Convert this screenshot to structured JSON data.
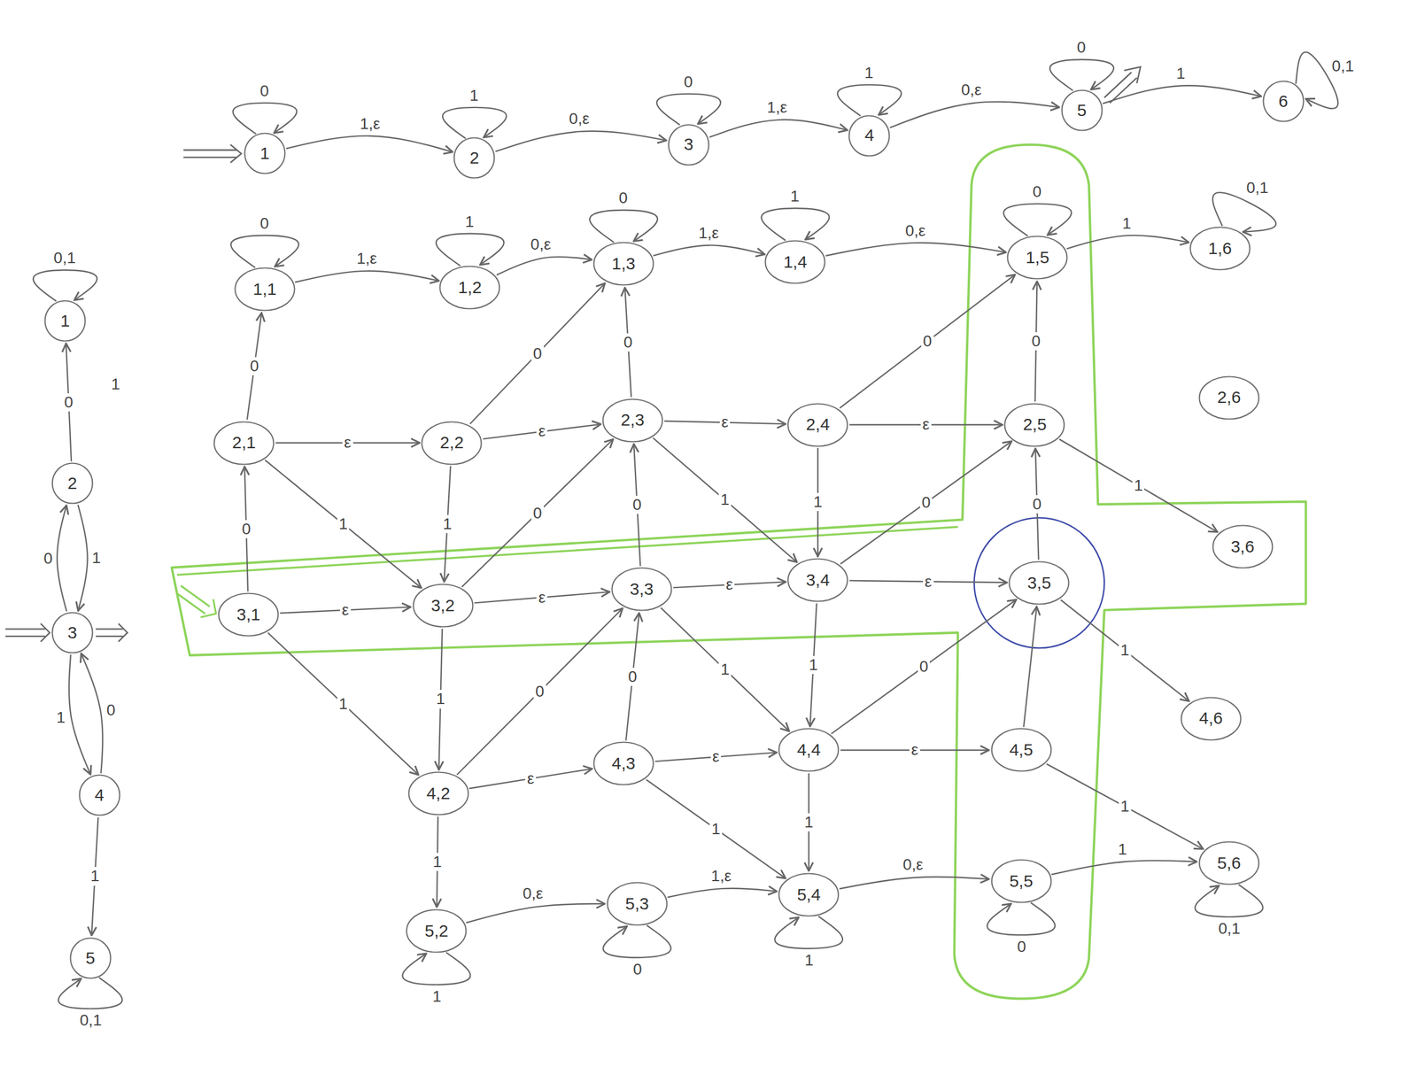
{
  "diagram": {
    "nodes": [
      {
        "text": [
          "1"
        ]
      },
      {
        "text": [
          "2"
        ]
      },
      {
        "text": [
          "3"
        ]
      },
      {
        "text": [
          "4"
        ]
      },
      {
        "text": [
          "5"
        ]
      },
      {
        "text": [
          "6"
        ]
      },
      {
        "text": [
          "1"
        ]
      },
      {
        "text": [
          "2"
        ]
      },
      {
        "text": [
          "3"
        ]
      },
      {
        "text": [
          "4"
        ]
      },
      {
        "text": [
          "5"
        ]
      },
      {
        "text": [
          "1,1"
        ]
      },
      {
        "text": [
          "1,2"
        ]
      },
      {
        "text": [
          "1,3"
        ]
      },
      {
        "text": [
          "1,4"
        ]
      },
      {
        "text": [
          "1,5"
        ]
      },
      {
        "text": [
          "1,6"
        ]
      },
      {
        "text": [
          "2,1"
        ]
      },
      {
        "text": [
          "2,2"
        ]
      },
      {
        "text": [
          "2,3"
        ]
      },
      {
        "text": [
          "2,4"
        ]
      },
      {
        "text": [
          "2,5"
        ]
      },
      {
        "text": [
          "2,6"
        ]
      },
      {
        "text": [
          "3,1"
        ]
      },
      {
        "text": [
          "3,2"
        ]
      },
      {
        "text": [
          "3,3"
        ]
      },
      {
        "text": [
          "3,4"
        ]
      },
      {
        "text": [
          "3,5"
        ]
      },
      {
        "text": [
          "3,6"
        ]
      },
      {
        "text": [
          "4,2"
        ]
      },
      {
        "text": [
          "4,3"
        ]
      },
      {
        "text": [
          "4,4"
        ]
      },
      {
        "text": [
          "4,5"
        ]
      },
      {
        "text": [
          "4,6"
        ]
      },
      {
        "text": [
          "5,2"
        ]
      },
      {
        "text": [
          "5,3"
        ]
      },
      {
        "text": [
          "5,4"
        ]
      },
      {
        "text": [
          "5,5"
        ]
      },
      {
        "text": [
          "5,6"
        ]
      }
    ],
    "edges": [
      {
        "from": 0,
        "to": 0,
        "arrow": "to",
        "label": "0"
      },
      {
        "from": 0,
        "to": 1,
        "arrow": "to",
        "label": "1,ε"
      },
      {
        "from": 1,
        "to": 1,
        "arrow": "to",
        "label": "1"
      },
      {
        "from": 1,
        "to": 2,
        "arrow": "to",
        "label": "0,ε"
      },
      {
        "from": 2,
        "to": 2,
        "arrow": "to",
        "label": "0"
      },
      {
        "from": 2,
        "to": 3,
        "arrow": "to",
        "label": "1,ε"
      },
      {
        "from": 3,
        "to": 3,
        "arrow": "to",
        "label": "1"
      },
      {
        "from": 3,
        "to": 4,
        "arrow": "to",
        "label": "0,ε"
      },
      {
        "from": 4,
        "to": 4,
        "arrow": "to",
        "label": "0"
      },
      {
        "from": 4,
        "to": 5,
        "arrow": "to",
        "label": "1"
      },
      {
        "from": 5,
        "to": 5,
        "arrow": "to",
        "label": "0,1"
      },
      {
        "from": 6,
        "to": 6,
        "arrow": "to",
        "label": "0,1"
      },
      {
        "from": 7,
        "to": 6,
        "arrow": "to",
        "label": "0"
      },
      {
        "from": 8,
        "to": 7,
        "arrow": "to",
        "label": "0"
      },
      {
        "from": 7,
        "to": 8,
        "arrow": "to",
        "label": "1"
      },
      {
        "from": 8,
        "to": 9,
        "arrow": "to",
        "label": "1"
      },
      {
        "from": 9,
        "to": 8,
        "arrow": "to",
        "label": "0"
      },
      {
        "from": 9,
        "to": 10,
        "arrow": "to",
        "label": "1"
      },
      {
        "from": 10,
        "to": 10,
        "arrow": "to",
        "label": "0,1"
      },
      {
        "from": 11,
        "to": 11,
        "arrow": "to",
        "label": "0"
      },
      {
        "from": 11,
        "to": 12,
        "arrow": "to",
        "label": "1,ε"
      },
      {
        "from": 12,
        "to": 12,
        "arrow": "to",
        "label": "1"
      },
      {
        "from": 12,
        "to": 13,
        "arrow": "to",
        "label": "0,ε"
      },
      {
        "from": 13,
        "to": 13,
        "arrow": "to",
        "label": "0"
      },
      {
        "from": 13,
        "to": 14,
        "arrow": "to",
        "label": "1,ε"
      },
      {
        "from": 14,
        "to": 14,
        "arrow": "to",
        "label": "1"
      },
      {
        "from": 14,
        "to": 15,
        "arrow": "to",
        "label": "0,ε"
      },
      {
        "from": 15,
        "to": 15,
        "arrow": "to",
        "label": "0"
      },
      {
        "from": 15,
        "to": 16,
        "arrow": "to",
        "label": "1"
      },
      {
        "from": 16,
        "to": 16,
        "arrow": "to",
        "label": "0,1"
      },
      {
        "from": 17,
        "to": 18,
        "arrow": "to",
        "label": "ε"
      },
      {
        "from": 18,
        "to": 19,
        "arrow": "to",
        "label": "ε"
      },
      {
        "from": 19,
        "to": 20,
        "arrow": "to",
        "label": "ε"
      },
      {
        "from": 20,
        "to": 21,
        "arrow": "to",
        "label": "ε"
      },
      {
        "from": 17,
        "to": 11,
        "arrow": "to",
        "label": "0"
      },
      {
        "from": 18,
        "to": 13,
        "arrow": "to",
        "label": "0"
      },
      {
        "from": 19,
        "to": 13,
        "arrow": "to",
        "label": "0"
      },
      {
        "from": 20,
        "to": 15,
        "arrow": "to",
        "label": "0"
      },
      {
        "from": 21,
        "to": 15,
        "arrow": "to",
        "label": "0"
      },
      {
        "from": 17,
        "to": 24,
        "arrow": "to",
        "label": "1"
      },
      {
        "from": 18,
        "to": 24,
        "arrow": "to",
        "label": "1"
      },
      {
        "from": 19,
        "to": 26,
        "arrow": "to",
        "label": "1"
      },
      {
        "from": 20,
        "to": 26,
        "arrow": "to",
        "label": "1"
      },
      {
        "from": 21,
        "to": 28,
        "arrow": "to",
        "label": "1"
      },
      {
        "from": 23,
        "to": 24,
        "arrow": "to",
        "label": "ε"
      },
      {
        "from": 24,
        "to": 25,
        "arrow": "to",
        "label": "ε"
      },
      {
        "from": 25,
        "to": 26,
        "arrow": "to",
        "label": "ε"
      },
      {
        "from": 26,
        "to": 27,
        "arrow": "to",
        "label": "ε"
      },
      {
        "from": 23,
        "to": 17,
        "arrow": "to",
        "label": "0"
      },
      {
        "from": 24,
        "to": 19,
        "arrow": "to",
        "label": "0"
      },
      {
        "from": 25,
        "to": 19,
        "arrow": "to",
        "label": "0"
      },
      {
        "from": 26,
        "to": 21,
        "arrow": "to",
        "label": "0"
      },
      {
        "from": 27,
        "to": 21,
        "arrow": "to",
        "label": "0"
      },
      {
        "from": 23,
        "to": 29,
        "arrow": "to",
        "label": "1"
      },
      {
        "from": 24,
        "to": 29,
        "arrow": "to",
        "label": "1"
      },
      {
        "from": 25,
        "to": 31,
        "arrow": "to",
        "label": "1"
      },
      {
        "from": 26,
        "to": 31,
        "arrow": "to",
        "label": "1"
      },
      {
        "from": 27,
        "to": 33,
        "arrow": "to",
        "label": "1"
      },
      {
        "from": 29,
        "to": 30,
        "arrow": "to",
        "label": "ε"
      },
      {
        "from": 30,
        "to": 31,
        "arrow": "to",
        "label": "ε"
      },
      {
        "from": 31,
        "to": 32,
        "arrow": "to",
        "label": "ε"
      },
      {
        "from": 29,
        "to": 25,
        "arrow": "to",
        "label": "0"
      },
      {
        "from": 30,
        "to": 25,
        "arrow": "to",
        "label": "0"
      },
      {
        "from": 31,
        "to": 27,
        "arrow": "to",
        "label": "0"
      },
      {
        "from": 32,
        "to": 27,
        "arrow": "to"
      },
      {
        "from": 29,
        "to": 34,
        "arrow": "to",
        "label": "1"
      },
      {
        "from": 30,
        "to": 36,
        "arrow": "to",
        "label": "1"
      },
      {
        "from": 31,
        "to": 36,
        "arrow": "to",
        "label": "1"
      },
      {
        "from": 32,
        "to": 38,
        "arrow": "to",
        "label": "1"
      },
      {
        "from": 34,
        "to": 34,
        "arrow": "to",
        "label": "1"
      },
      {
        "from": 34,
        "to": 35,
        "arrow": "to",
        "label": "0,ε"
      },
      {
        "from": 35,
        "to": 35,
        "arrow": "to",
        "label": "0"
      },
      {
        "from": 35,
        "to": 36,
        "arrow": "to",
        "label": "1,ε"
      },
      {
        "from": 36,
        "to": 36,
        "arrow": "to",
        "label": "1"
      },
      {
        "from": 36,
        "to": 37,
        "arrow": "to",
        "label": "0,ε"
      },
      {
        "from": 37,
        "to": 37,
        "arrow": "to",
        "label": "0"
      },
      {
        "from": 37,
        "to": 38,
        "arrow": "to",
        "label": "1"
      },
      {
        "from": 38,
        "to": 38,
        "arrow": "to",
        "label": "0,1"
      }
    ],
    "labels": [
      "1"
    ]
  }
}
